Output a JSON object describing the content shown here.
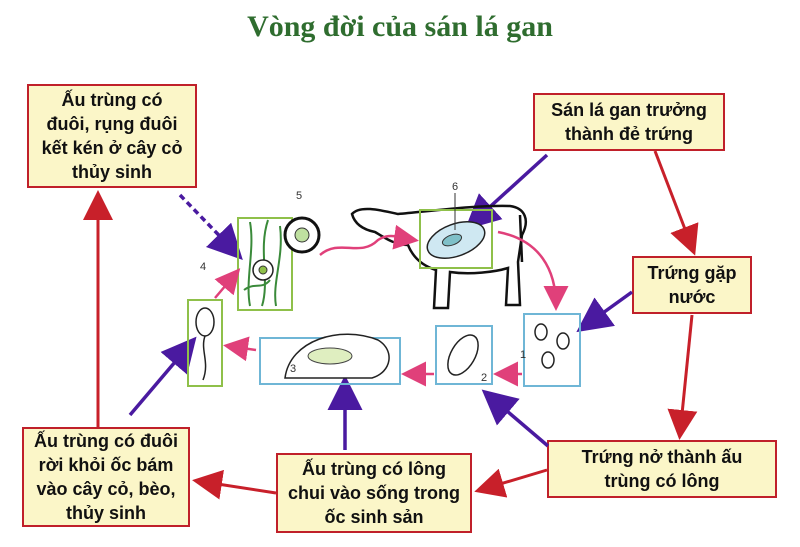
{
  "title": "Vòng đời của sán lá gan",
  "boxes": {
    "cercaria_cyst": "Ấu trùng có\nđuôi, rụng đuôi\nkết kén ở cây cỏ\nthủy sinh",
    "adult": "Sán lá gan trưởng\nthành đẻ trứng",
    "eggs_water": "Trứng gặp\nnước",
    "hatch": "Trứng nở thành ấu\ntrùng có lông",
    "miracidium": "Ấu trùng có lông\nchui vào sống trong\nốc sinh sản",
    "cercaria_leave": "Ấu trùng có đuôi\nrời khỏi ốc bám\nvào cây cỏ, bèo,\nthủy sinh"
  },
  "figure_numbers": [
    "1",
    "2",
    "3",
    "4",
    "5",
    "6"
  ],
  "colors": {
    "title": "#2f6d2f",
    "box_fill": "#fbf6c8",
    "box_border": "#c0202a",
    "red_arrow": "#c8202a",
    "purple_arrow": "#4a1aa0",
    "pink_arrow": "#e0407a",
    "green_frame": "#8fc04a",
    "blue_frame": "#6fb6d6"
  }
}
